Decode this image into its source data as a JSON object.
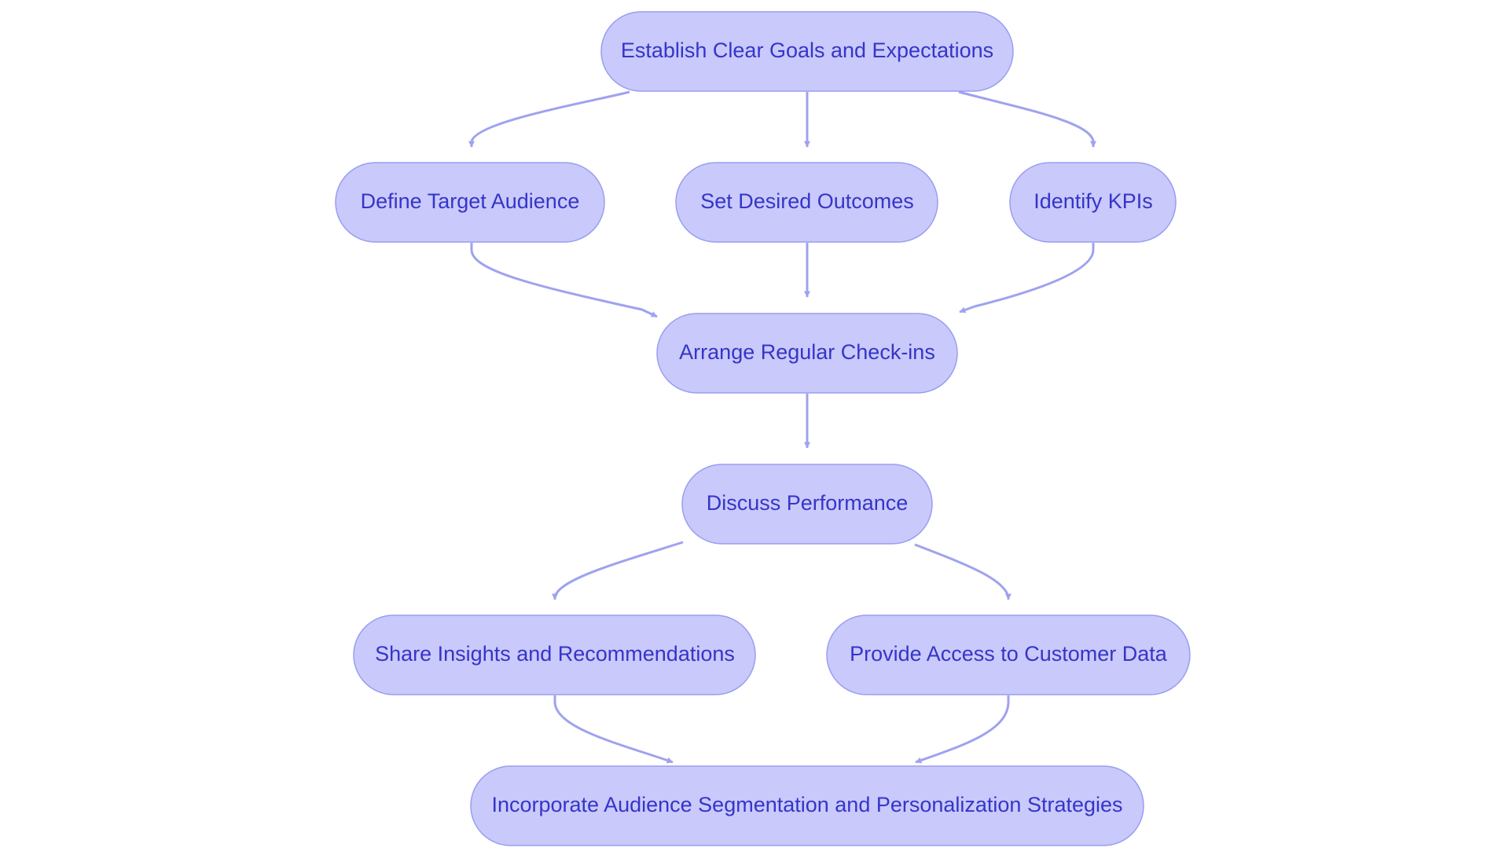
{
  "diagram": {
    "colors": {
      "node_fill": "#c9c9fb",
      "node_stroke": "#9a9ef0",
      "text": "#3535c8",
      "edge": "#9ea2ef"
    },
    "nodes": [
      {
        "id": "goals",
        "label": "Establish Clear Goals and Expectations"
      },
      {
        "id": "audience",
        "label": "Define Target Audience"
      },
      {
        "id": "outcomes",
        "label": "Set Desired Outcomes"
      },
      {
        "id": "kpis",
        "label": "Identify KPIs"
      },
      {
        "id": "checkins",
        "label": "Arrange Regular Check-ins"
      },
      {
        "id": "performance",
        "label": "Discuss Performance"
      },
      {
        "id": "insights",
        "label": "Share Insights and Recommendations"
      },
      {
        "id": "customer_data",
        "label": "Provide Access to Customer Data"
      },
      {
        "id": "segmentation",
        "label": "Incorporate Audience Segmentation and Personalization Strategies"
      }
    ],
    "edges": [
      {
        "from": "goals",
        "to": "audience"
      },
      {
        "from": "goals",
        "to": "outcomes"
      },
      {
        "from": "goals",
        "to": "kpis"
      },
      {
        "from": "audience",
        "to": "checkins"
      },
      {
        "from": "outcomes",
        "to": "checkins"
      },
      {
        "from": "kpis",
        "to": "checkins"
      },
      {
        "from": "checkins",
        "to": "performance"
      },
      {
        "from": "performance",
        "to": "insights"
      },
      {
        "from": "performance",
        "to": "customer_data"
      },
      {
        "from": "insights",
        "to": "segmentation"
      },
      {
        "from": "customer_data",
        "to": "segmentation"
      }
    ]
  }
}
